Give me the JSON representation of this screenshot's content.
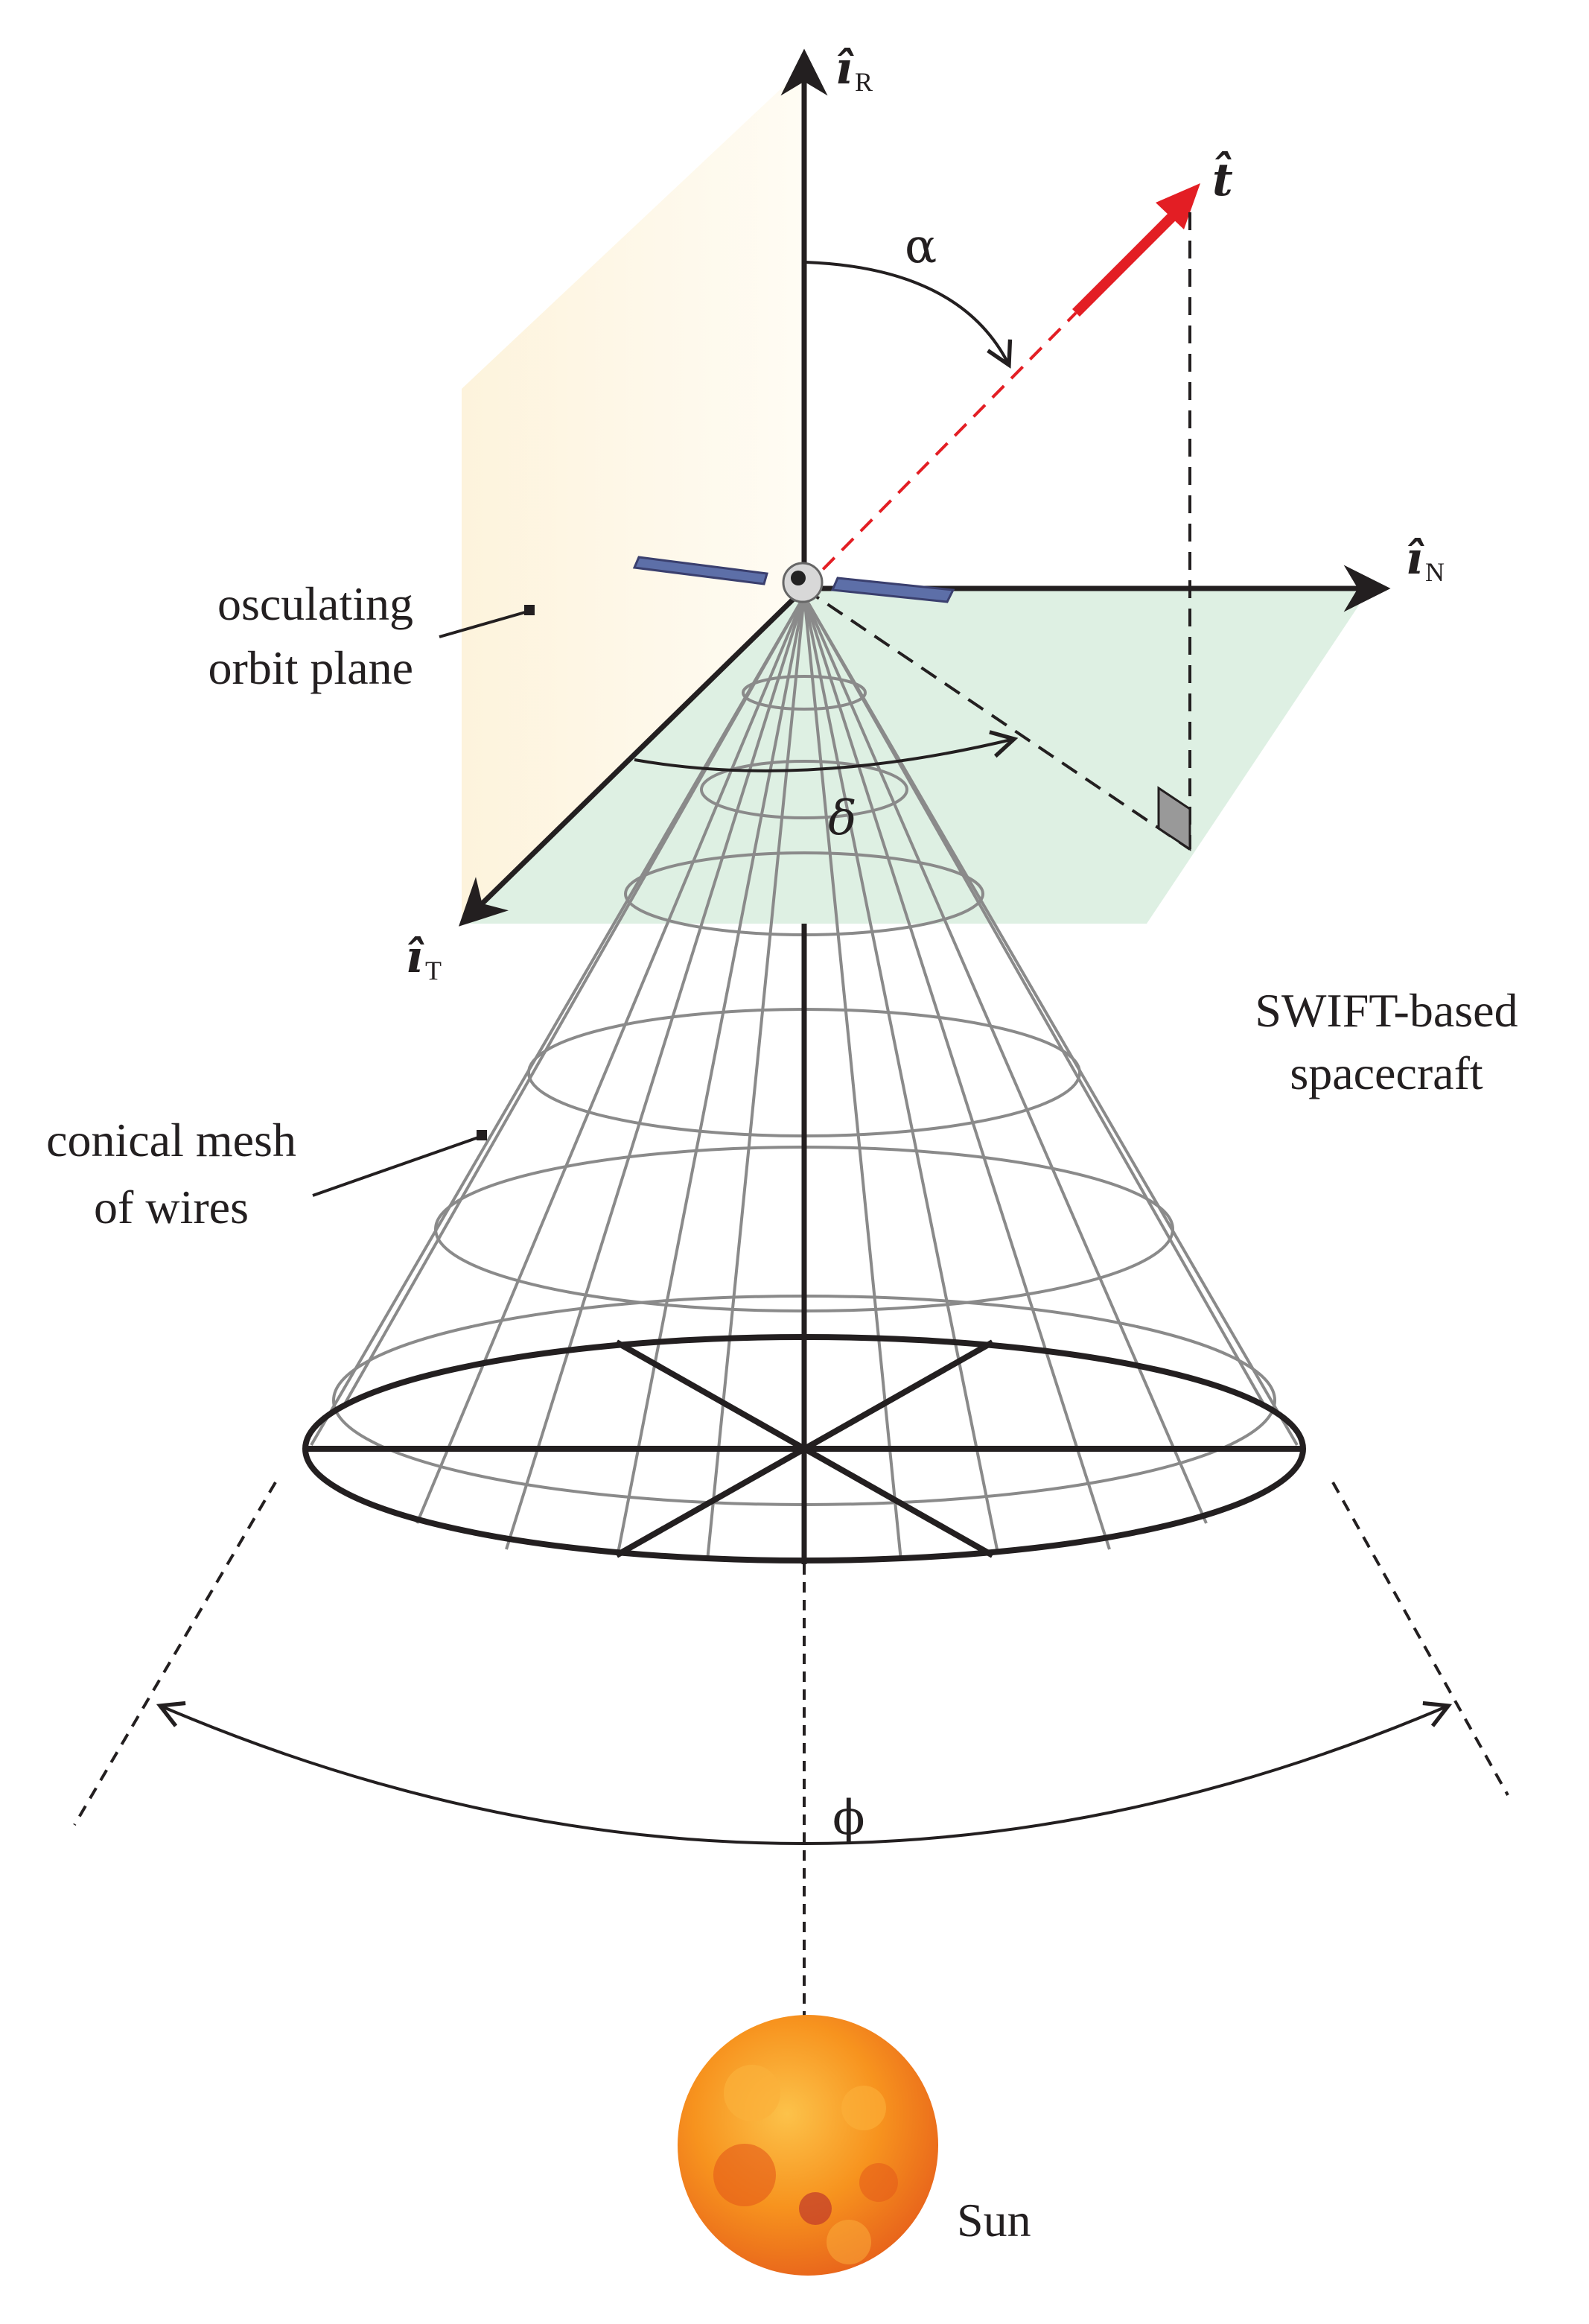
{
  "labels": {
    "orbit_plane_line1": "osculating",
    "orbit_plane_line2": "orbit plane",
    "spacecraft_line1": "SWIFT-based",
    "spacecraft_line2": "spacecraft",
    "mesh_line1": "conical mesh",
    "mesh_line2": "of wires",
    "sun": "Sun"
  },
  "axes": {
    "r_main": "î",
    "r_sub": "R",
    "n_main": "î",
    "n_sub": "N",
    "t_main": "î",
    "t_sub": "T",
    "thrust": "t̂"
  },
  "angles": {
    "alpha": "α",
    "delta": "δ",
    "phi": "ϕ"
  },
  "colors": {
    "orbit_plane": "#fdf6e3",
    "normal_plane": "#dcefe2",
    "thrust_vector": "#e31e24",
    "sun_main": "#f7931e",
    "sun_light": "#fbb03b",
    "sun_dark": "#e45a19",
    "axis": "#231f20",
    "mesh": "#8a8a8a"
  }
}
